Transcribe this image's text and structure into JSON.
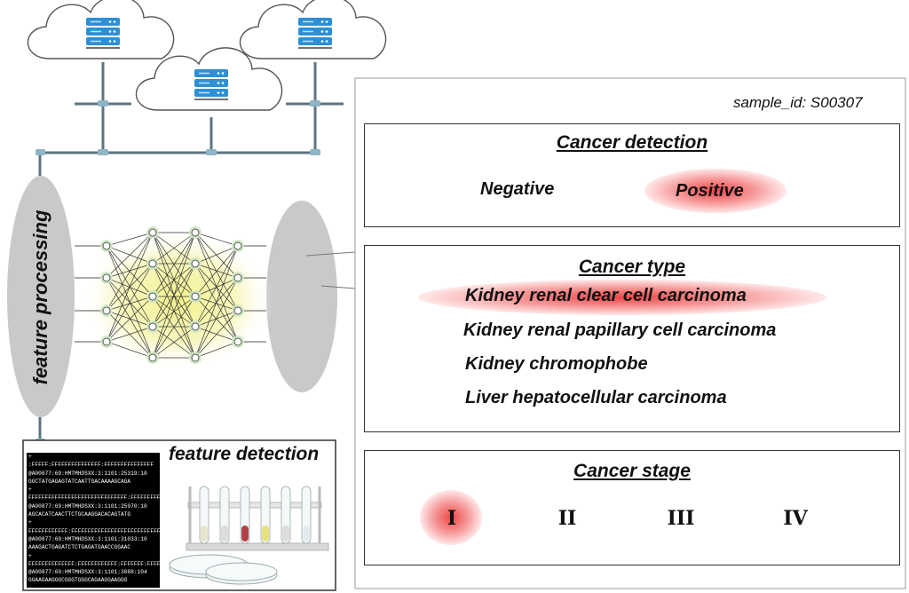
{
  "sample_id": "sample_id: S00307",
  "feature_processing_label": "feature processing",
  "feature_detection_label": "feature detection",
  "icons": [
    "cloud-server-icon",
    "neural-network-icon",
    "test-tube-rack-icon",
    "petri-dish-icon"
  ],
  "colors": {
    "highlight": "#e83c3c",
    "server": "#2e8fd4",
    "network_glow": "#f3f39a",
    "node": "#cfe8c4"
  },
  "cancer_detection": {
    "heading": "Cancer detection",
    "options": [
      "Negative",
      "Positive"
    ],
    "selected": "Positive"
  },
  "cancer_type": {
    "heading": "Cancer type",
    "options": [
      "Kidney renal clear cell carcinoma",
      "Kidney renal papillary cell carcinoma",
      "Kidney chromophobe",
      "Liver hepatocellular carcinoma"
    ],
    "selected": "Kidney renal clear cell carcinoma"
  },
  "cancer_stage": {
    "heading": "Cancer stage",
    "options": [
      "I",
      "II",
      "III",
      "IV"
    ],
    "selected": "I"
  },
  "sequence_lines": [
    "+",
    ":FFFFF:FFFFFFFFFFFFFFF:FFFFFFFFFFFFFFF",
    "@A00877:69:HMTMHDSXX:3:1101:25319:10",
    "GGCTATGAGAGTATCAATTGACAAAAGCAGA",
    "+",
    "FFFFFFFFFFFFFFFFFFFFFFFFFFFFFF:FFFFFFFFFFF",
    "@A00877:69:HMTMHDSXX:3:1101:25970:10",
    "AGCACATCAACTTCTGCAAGGACACAGTATG",
    "+",
    "FFFFFFFFFFFF:FFFFFFFFFFFFFFFFFFFFFFFFFFFF",
    "@A00877:69:HMTMHDSXX:3:1101:31033:10",
    "AAAGACTGAGATCTCTGAGATGAACCGGAAC",
    "+",
    "FFFFFFFFFFFFFF:FFFFFFFFFFFF:FFFFFFF:FFFFF",
    "@A00877:69:HMTMHDSXX:3:1101:3088:104",
    "GGAAGAAGGGCGGGTGGGCAGAAGGAAGGG",
    "+"
  ]
}
